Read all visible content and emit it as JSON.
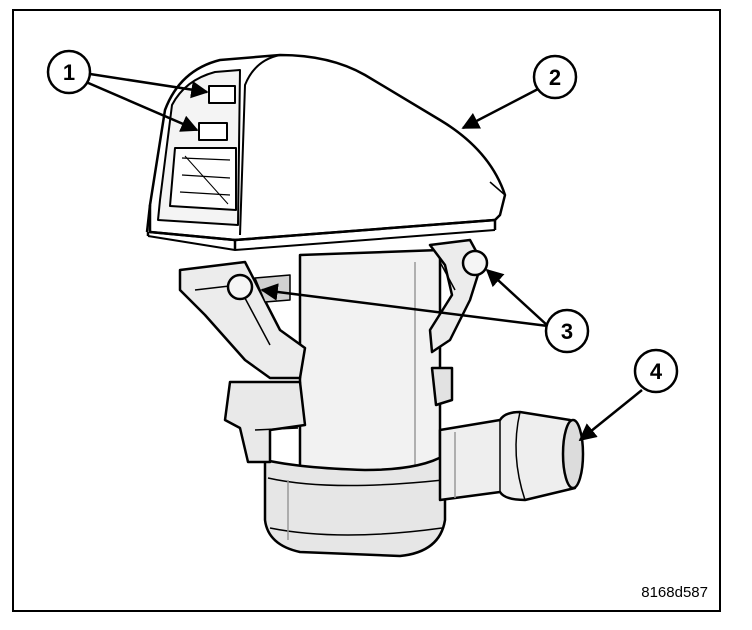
{
  "figure": {
    "id_label": "8168d587",
    "callouts": [
      {
        "number": "1",
        "target_count": 2
      },
      {
        "number": "2",
        "target_count": 1
      },
      {
        "number": "3",
        "target_count": 2
      },
      {
        "number": "4",
        "target_count": 1
      }
    ],
    "colors": {
      "ink": "#000000",
      "paper": "#ffffff",
      "shade": "#d9d9d9",
      "shade_dark": "#bdbdbd"
    }
  }
}
